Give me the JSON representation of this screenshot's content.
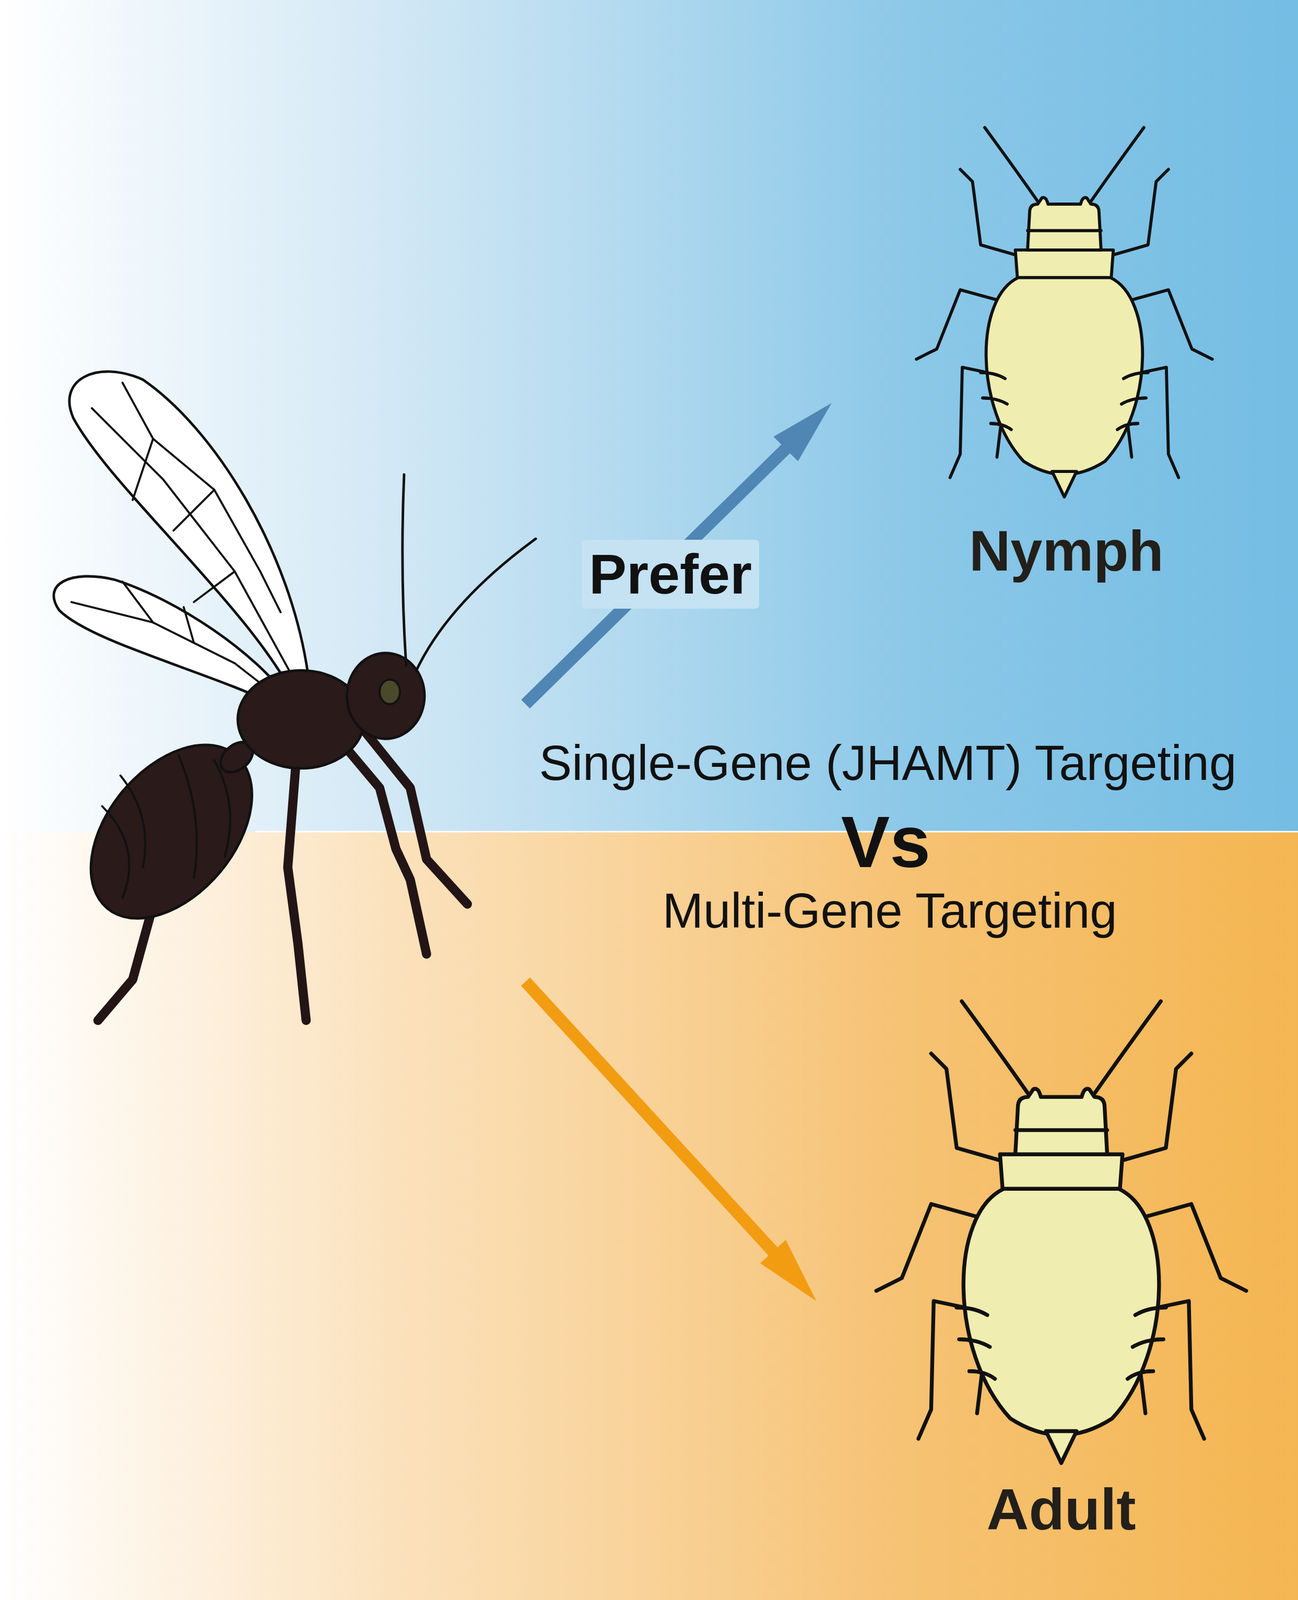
{
  "diagram": {
    "nodes": [
      {
        "text": [
          "Nymph"
        ]
      },
      {
        "text": [
          "Adult"
        ]
      }
    ],
    "labels": [
      "Prefer",
      "Single-Gene (JHAMT) Targeting",
      "Vs",
      "Multi-Gene Targeting"
    ]
  }
}
